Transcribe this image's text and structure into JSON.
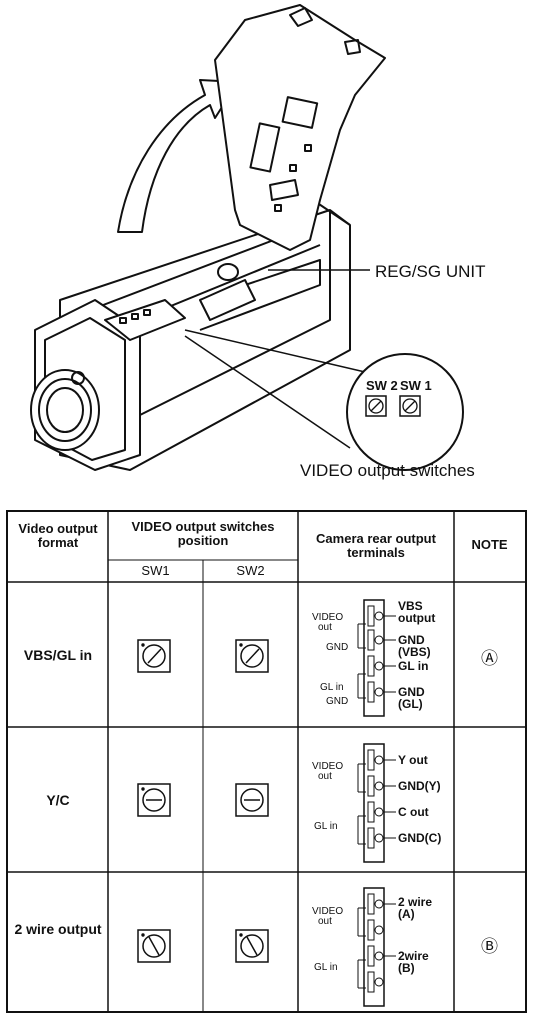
{
  "diagram": {
    "callout_label": "REG/SG UNIT",
    "sw2_label": "SW 2",
    "sw1_label": "SW 1",
    "caption": "VIDEO output switches"
  },
  "table": {
    "headers": {
      "format": "Video output format",
      "switches": "VIDEO output switches position",
      "sw1": "SW1",
      "sw2": "SW2",
      "terminals": "Camera rear output terminals",
      "note": "NOTE"
    },
    "rows": [
      {
        "format": "VBS/GL in",
        "note": "Ⓐ",
        "sw1_state": "diagonal",
        "sw2_state": "diagonal",
        "left_labels": [
          "VIDEO",
          "out",
          "GND",
          "GL in",
          "GND"
        ],
        "right_labels": [
          "VBS",
          "output",
          "GND",
          "(VBS)",
          "GL in",
          "GND",
          "(GL)"
        ]
      },
      {
        "format": "Y/C",
        "note": "",
        "sw1_state": "horizontal",
        "sw2_state": "horizontal",
        "left_labels": [
          "VIDEO",
          "out",
          "GL in"
        ],
        "right_labels": [
          "Y out",
          "GND(Y)",
          "C out",
          "GND(C)"
        ]
      },
      {
        "format": "2 wire output",
        "note": "Ⓑ",
        "sw1_state": "angled-left",
        "sw2_state": "angled-left",
        "left_labels": [
          "VIDEO",
          "out",
          "GL in"
        ],
        "right_labels": [
          "2 wire",
          "(A)",
          "2wire",
          "(B)"
        ]
      }
    ]
  }
}
